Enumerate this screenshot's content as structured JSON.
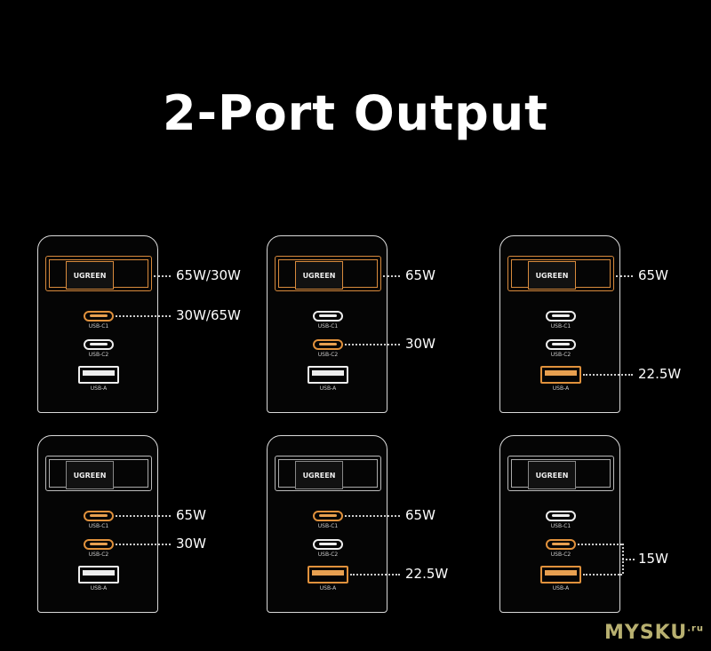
{
  "title": "2-Port Output",
  "brand": "UGREEN",
  "port_labels": {
    "c1": "USB-C1",
    "c2": "USB-C2",
    "a": "USB-A"
  },
  "colors": {
    "highlight": "#e0913c",
    "background": "#000000"
  },
  "panels": [
    {
      "active": [
        "slot",
        "c1"
      ],
      "outputs": [
        {
          "from": [
            "slot"
          ],
          "text": "65W/30W"
        },
        {
          "from": [
            "c1"
          ],
          "text": "30W/65W"
        }
      ]
    },
    {
      "active": [
        "slot",
        "c2"
      ],
      "outputs": [
        {
          "from": [
            "slot"
          ],
          "text": "65W"
        },
        {
          "from": [
            "c2"
          ],
          "text": "30W"
        }
      ]
    },
    {
      "active": [
        "slot",
        "a"
      ],
      "outputs": [
        {
          "from": [
            "slot"
          ],
          "text": "65W"
        },
        {
          "from": [
            "a"
          ],
          "text": "22.5W"
        }
      ]
    },
    {
      "active": [
        "c1",
        "c2"
      ],
      "outputs": [
        {
          "from": [
            "c1"
          ],
          "text": "65W"
        },
        {
          "from": [
            "c2"
          ],
          "text": "30W"
        }
      ]
    },
    {
      "active": [
        "c1",
        "a"
      ],
      "outputs": [
        {
          "from": [
            "c1"
          ],
          "text": "65W"
        },
        {
          "from": [
            "a"
          ],
          "text": "22.5W"
        }
      ]
    },
    {
      "active": [
        "c2",
        "a"
      ],
      "outputs": [
        {
          "from": [
            "c2",
            "a"
          ],
          "text": "15W"
        }
      ]
    }
  ],
  "watermark": {
    "text": "MYSKU",
    "suffix": ".ru"
  }
}
